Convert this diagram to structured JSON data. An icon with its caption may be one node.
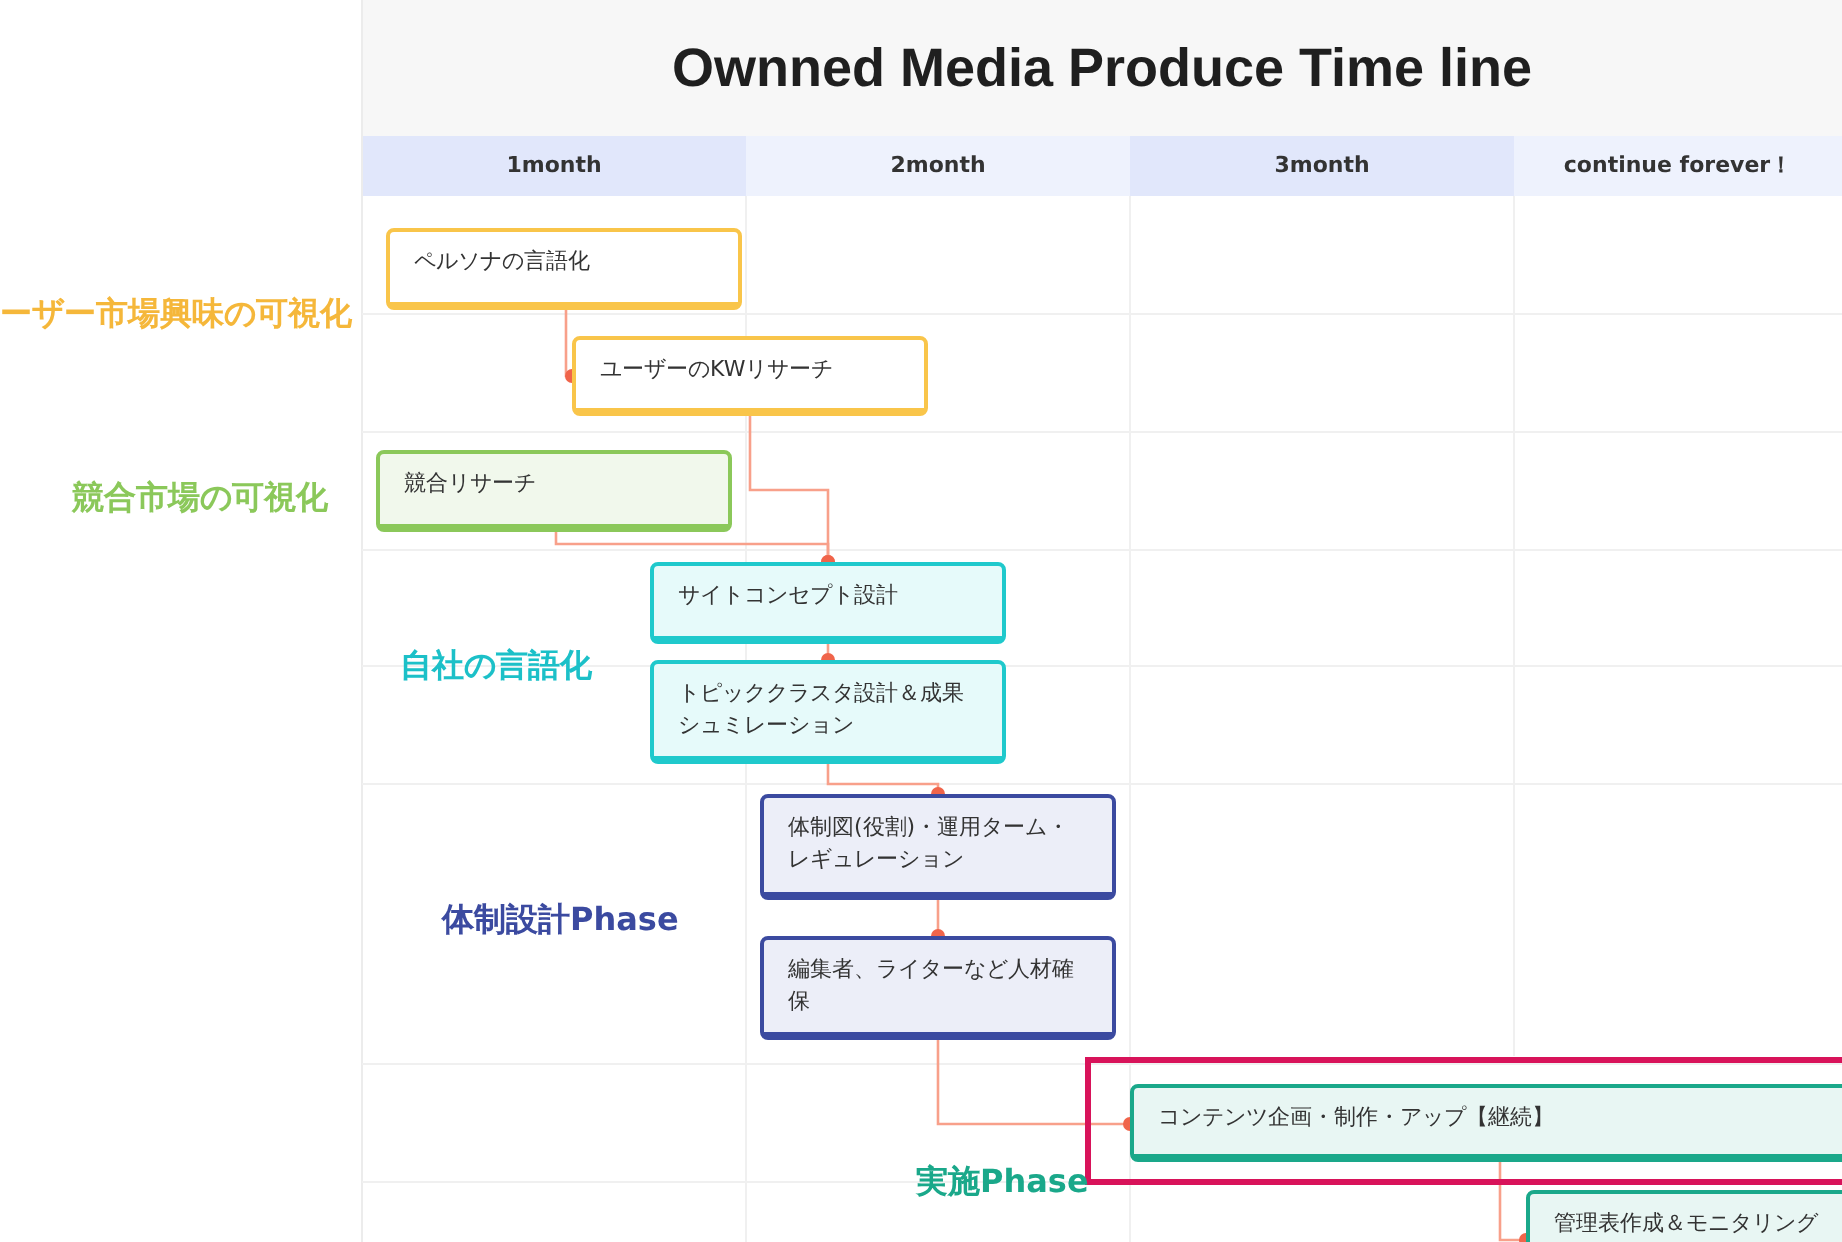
{
  "diagram": {
    "title": "Ownned Media Produce Time line",
    "nodes": [
      {
        "text": [
          "ペルソナの言語化"
        ]
      },
      {
        "text": [
          "ユーザーのKWリサーチ"
        ]
      },
      {
        "text": [
          "競合リサーチ"
        ]
      },
      {
        "text": [
          "サイトコンセプト設計"
        ]
      },
      {
        "text": [
          "トピッククラスタ設計＆成果シュミレーション"
        ]
      },
      {
        "text": [
          "体制図(役割)・運用ターム・レギュレーション"
        ]
      },
      {
        "text": [
          "編集者、ライターなど人材確保"
        ]
      },
      {
        "text": [
          "コンテンツ企画・制作・アップ【継続】"
        ]
      },
      {
        "text": [
          "管理表作成＆モニタリング"
        ]
      }
    ],
    "edges": [
      {
        "from": 0,
        "to": 1,
        "arrow": "other"
      },
      {
        "from": 1,
        "to": 3,
        "arrow": "other"
      },
      {
        "from": 2,
        "to": 3,
        "arrow": "other"
      },
      {
        "from": 3,
        "to": 4,
        "arrow": "other"
      },
      {
        "from": 4,
        "to": 5,
        "arrow": "other"
      },
      {
        "from": 5,
        "to": 6,
        "arrow": "other"
      },
      {
        "from": 6,
        "to": 7,
        "arrow": "other"
      },
      {
        "from": 7,
        "to": 8,
        "arrow": "other"
      }
    ],
    "labels": [
      "1month",
      "2month",
      "3month",
      "continue forever！",
      "ーザー市場興味の可視化",
      "競合市場の可視化",
      "自社の言語化",
      "体制設計Phase",
      "実施Phase"
    ]
  }
}
